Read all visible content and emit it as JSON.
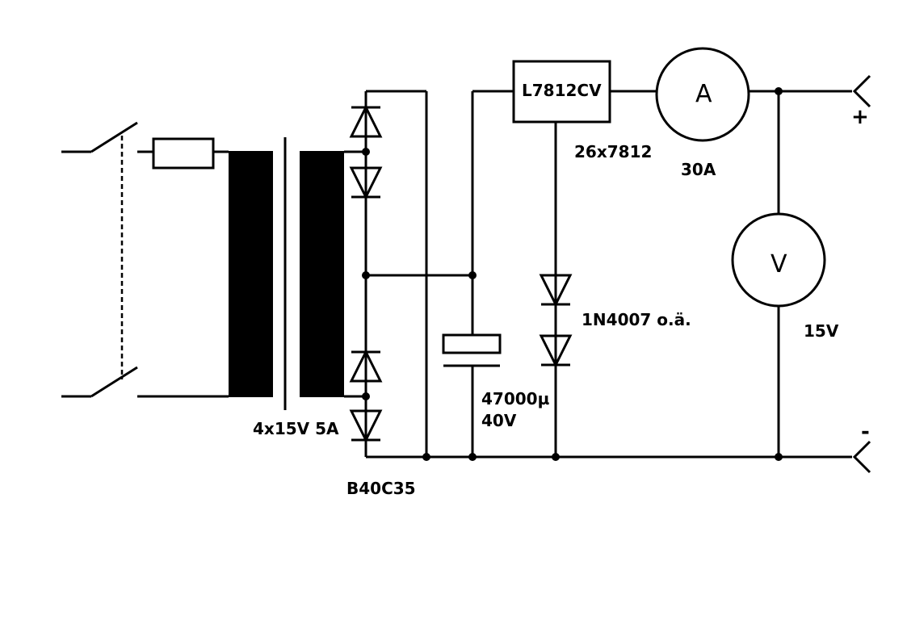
{
  "labels": {
    "regulator": "L7812CV",
    "regulator_count": "26x7812",
    "ammeter_symbol": "A",
    "ammeter_rating": "30A",
    "voltmeter_symbol": "V",
    "voltmeter_rating": "15V",
    "diodes": "1N4007 o.ä.",
    "capacitor_value": "47000µ",
    "capacitor_voltage": "40V",
    "transformer": "4x15V 5A",
    "rectifier": "B40C35",
    "plus_terminal": "+",
    "minus_terminal": "-"
  },
  "colors": {
    "ink": "#000000",
    "paper": "#ffffff"
  }
}
